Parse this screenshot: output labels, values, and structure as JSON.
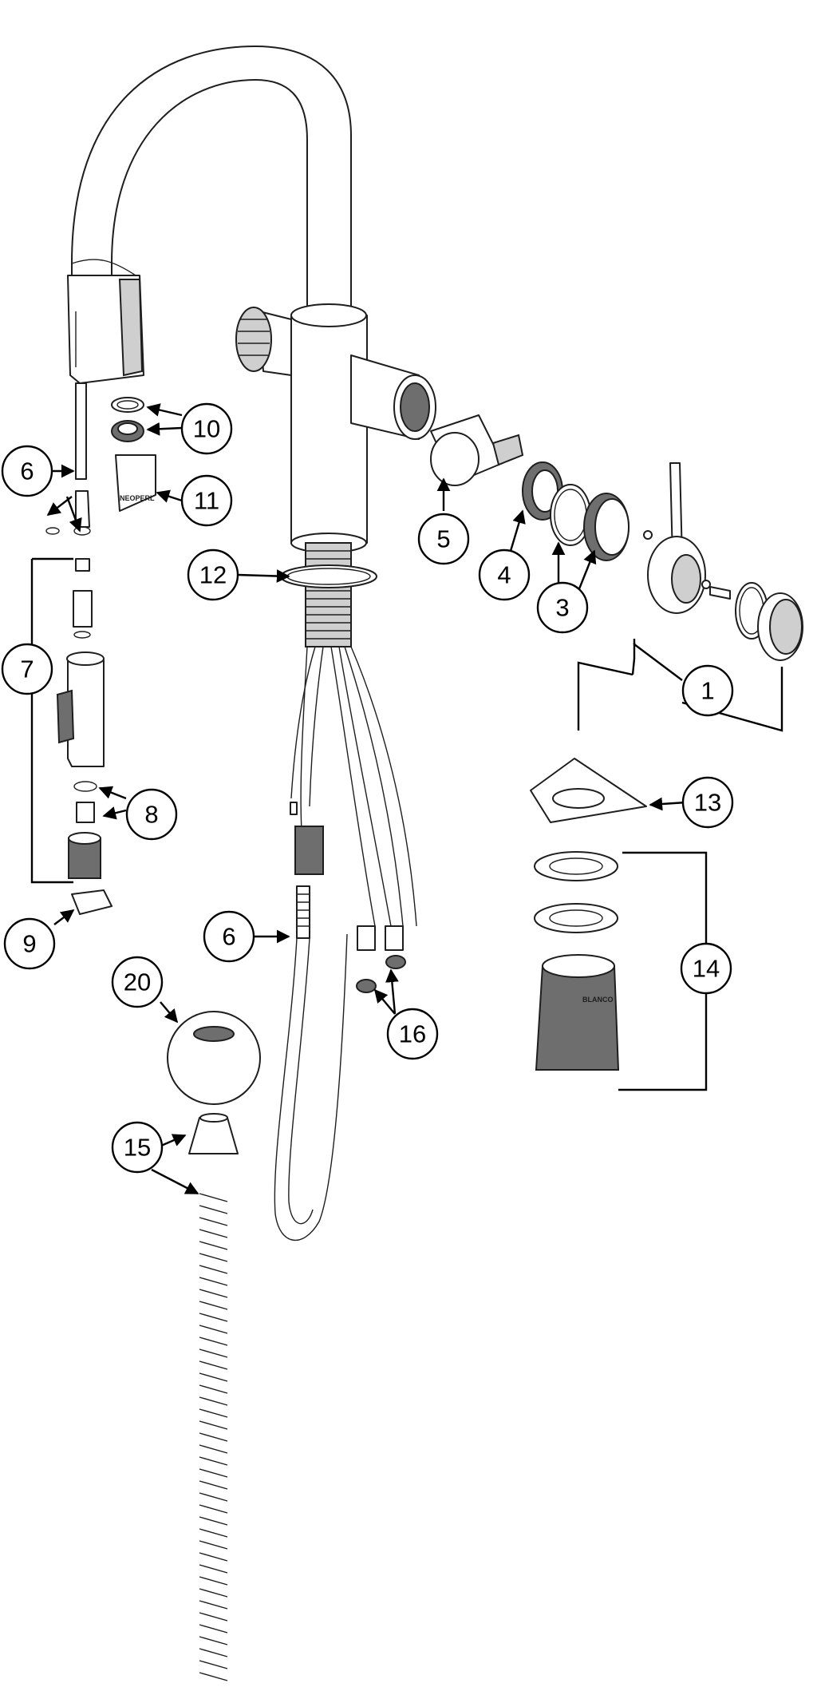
{
  "diagram": {
    "callouts": {
      "c1": "1",
      "c3": "3",
      "c4": "4",
      "c5": "5",
      "c6a": "6",
      "c6b": "6",
      "c7": "7",
      "c8": "8",
      "c9": "9",
      "c10": "10",
      "c11": "11",
      "c12": "12",
      "c13": "13",
      "c14": "14",
      "c15": "15",
      "c16": "16",
      "c20": "20"
    },
    "part_markings": {
      "tool_brand": "NEOPERL",
      "nut_brand": "BLANCO"
    },
    "colors": {
      "line": "#1e1e1e",
      "fill": "#ffffff",
      "shade": "#cfcfcf"
    }
  }
}
